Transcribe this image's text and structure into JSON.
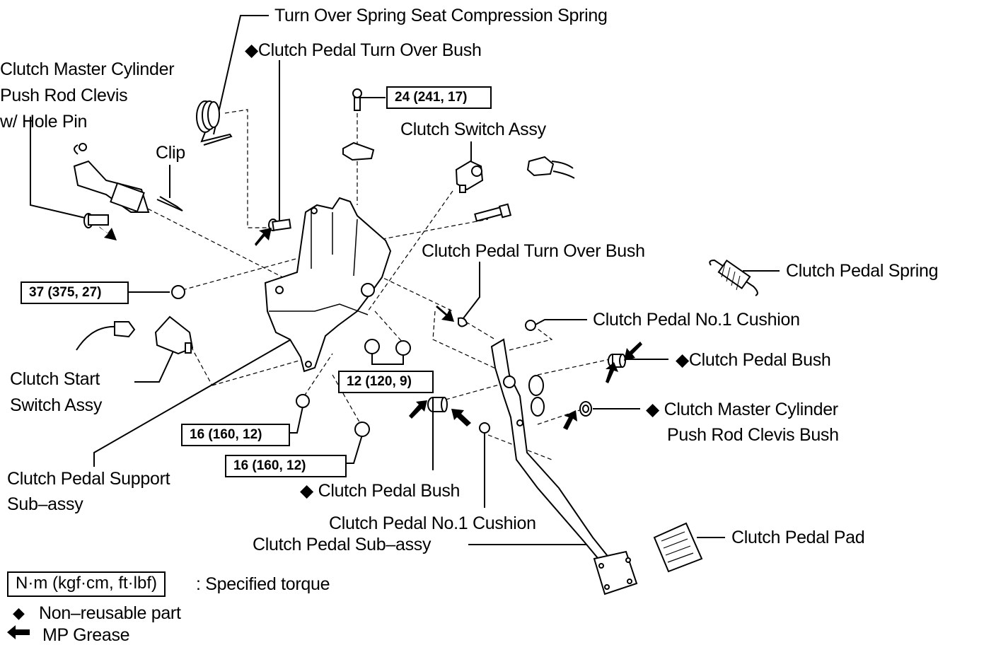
{
  "title": "Clutch Pedal Assembly Exploded View",
  "labels": {
    "turn_over_spring": "Turn Over Spring Seat Compression Spring",
    "turn_over_bush_top": "◆Clutch Pedal Turn Over Bush",
    "clevis_line1": "Clutch Master Cylinder",
    "clevis_line2": "Push Rod Clevis",
    "clevis_line3": "w/ Hole Pin",
    "clip": "Clip",
    "switch_assy": "Clutch Switch Assy",
    "turn_over_bush": "Clutch Pedal Turn Over Bush",
    "pedal_spring": "Clutch Pedal Spring",
    "cushion_upper": "Clutch Pedal No.1 Cushion",
    "pedal_bush_right": "◆Clutch Pedal Bush",
    "clevis_bush_line1": "◆ Clutch Master Cylinder",
    "clevis_bush_line2": "Push Rod Clevis Bush",
    "start_switch_line1": "Clutch Start",
    "start_switch_line2": "Switch Assy",
    "support_line1": "Clutch Pedal Support",
    "support_line2": "Sub–assy",
    "pedal_bush_lower": "◆ Clutch Pedal Bush",
    "cushion_lower": "Clutch Pedal No.1 Cushion",
    "pedal_sub_assy": "Clutch Pedal Sub–assy",
    "pedal_pad": "Clutch Pedal Pad"
  },
  "torques": {
    "t24": "24 (241, 17)",
    "t37": "37 (375, 27)",
    "t12": "12 (120, 9)",
    "t16a": "16 (160, 12)",
    "t16b": "16 (160, 12)"
  },
  "legend": {
    "torque_unit": "N·m (kgf·cm, ft·lbf)",
    "torque_desc": ": Specified torque",
    "non_reusable_symbol": "◆",
    "non_reusable": "Non–reusable part",
    "grease_symbol": "arrow-left-icon",
    "grease": "MP Grease"
  }
}
